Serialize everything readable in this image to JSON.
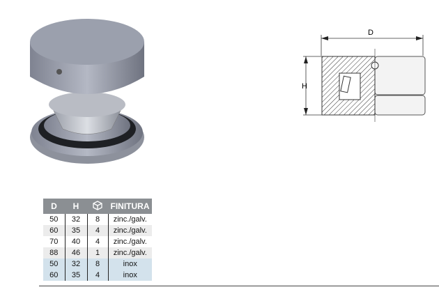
{
  "drawing": {
    "dim_d": "D",
    "dim_h": "H"
  },
  "table": {
    "headers": {
      "d": "D",
      "h": "H",
      "pack_icon": "box-icon",
      "finish": "FINITURA"
    },
    "rows": [
      {
        "d": "50",
        "h": "32",
        "qty": "8",
        "finish": "zinc./galv."
      },
      {
        "d": "60",
        "h": "35",
        "qty": "4",
        "finish": "zinc./galv."
      },
      {
        "d": "70",
        "h": "40",
        "qty": "4",
        "finish": "zinc./galv."
      },
      {
        "d": "88",
        "h": "46",
        "qty": "1",
        "finish": "zinc./galv."
      },
      {
        "d": "50",
        "h": "32",
        "qty": "8",
        "finish": "inox"
      },
      {
        "d": "60",
        "h": "35",
        "qty": "4",
        "finish": "inox"
      }
    ]
  }
}
